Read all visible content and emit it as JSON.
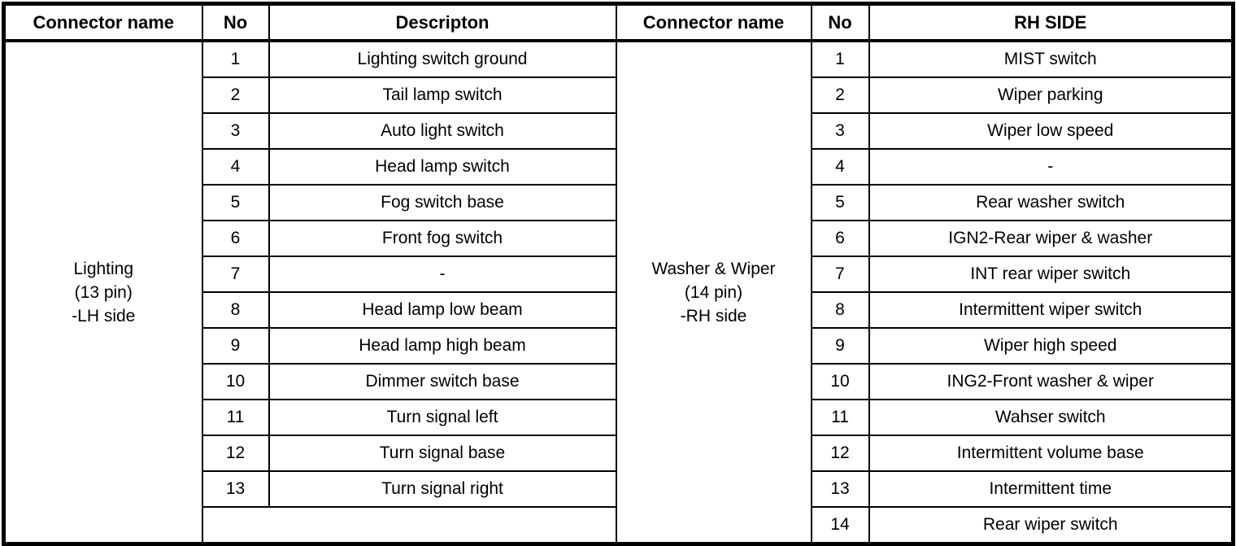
{
  "colors": {
    "background": "#ffffff",
    "border": "#000000",
    "text": "#000000"
  },
  "left": {
    "headers": [
      "Connector name",
      "No",
      "Descripton"
    ],
    "connector": {
      "name": "Lighting (13 pin) -LH side",
      "lines": [
        "Lighting",
        "(13 pin)",
        "-LH side"
      ]
    },
    "rows": [
      {
        "no": "1",
        "desc": "Lighting switch ground"
      },
      {
        "no": "2",
        "desc": "Tail lamp switch"
      },
      {
        "no": "3",
        "desc": "Auto light switch"
      },
      {
        "no": "4",
        "desc": "Head lamp switch"
      },
      {
        "no": "5",
        "desc": "Fog switch base"
      },
      {
        "no": "6",
        "desc": "Front fog switch"
      },
      {
        "no": "7",
        "desc": "-"
      },
      {
        "no": "8",
        "desc": "Head lamp low beam"
      },
      {
        "no": "9",
        "desc": "Head lamp high beam"
      },
      {
        "no": "10",
        "desc": "Dimmer switch base"
      },
      {
        "no": "11",
        "desc": "Turn signal left"
      },
      {
        "no": "12",
        "desc": "Turn signal base"
      },
      {
        "no": "13",
        "desc": "Turn signal right"
      }
    ],
    "trailing_empty_row": true
  },
  "right": {
    "headers": [
      "Connector name",
      "No",
      "RH SIDE"
    ],
    "connector": {
      "name": "Washer & Wiper (14 pin) -RH side",
      "lines": [
        "Washer & Wiper",
        "(14 pin)",
        "-RH side"
      ]
    },
    "rows": [
      {
        "no": "1",
        "desc": "MIST switch"
      },
      {
        "no": "2",
        "desc": "Wiper parking"
      },
      {
        "no": "3",
        "desc": "Wiper low speed"
      },
      {
        "no": "4",
        "desc": "-"
      },
      {
        "no": "5",
        "desc": "Rear washer switch"
      },
      {
        "no": "6",
        "desc": "IGN2-Rear wiper & washer"
      },
      {
        "no": "7",
        "desc": "INT rear wiper switch"
      },
      {
        "no": "8",
        "desc": "Intermittent wiper switch"
      },
      {
        "no": "9",
        "desc": "Wiper high speed"
      },
      {
        "no": "10",
        "desc": "ING2-Front washer & wiper"
      },
      {
        "no": "11",
        "desc": "Wahser switch"
      },
      {
        "no": "12",
        "desc": "Intermittent volume base"
      },
      {
        "no": "13",
        "desc": "Intermittent time"
      },
      {
        "no": "14",
        "desc": "Rear wiper switch"
      }
    ]
  }
}
